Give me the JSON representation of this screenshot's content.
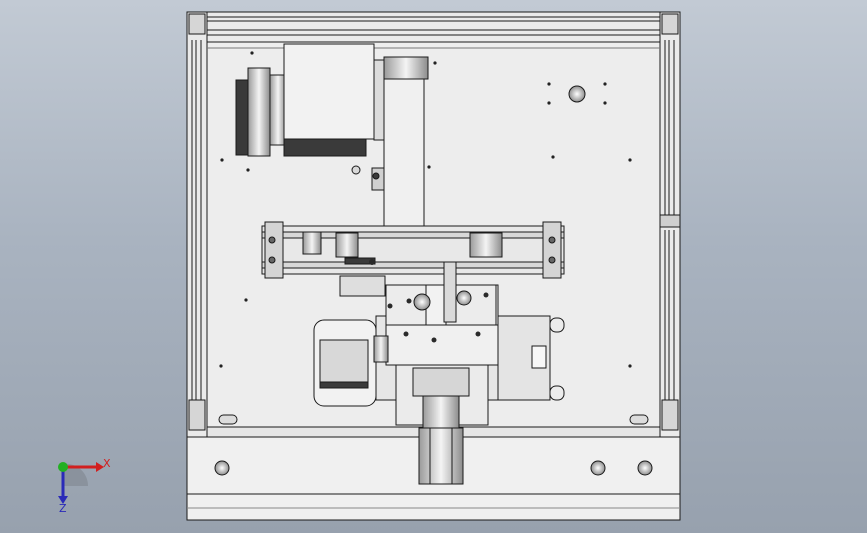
{
  "viewport": {
    "view_type": "CAD 3D model orthographic view",
    "background_top": "#c2cad4",
    "background_bottom": "#97a1ae"
  },
  "model": {
    "frame_color": "#e8e8e8",
    "plate_color": "#ededed",
    "dark_part_color": "#3a3a3a",
    "edge_color": "#1a1a1a"
  },
  "triad": {
    "x_label": "X",
    "z_label": "Z",
    "x_color": "#d21f1f",
    "y_color": "#22b022",
    "z_color": "#2a2ab8"
  }
}
